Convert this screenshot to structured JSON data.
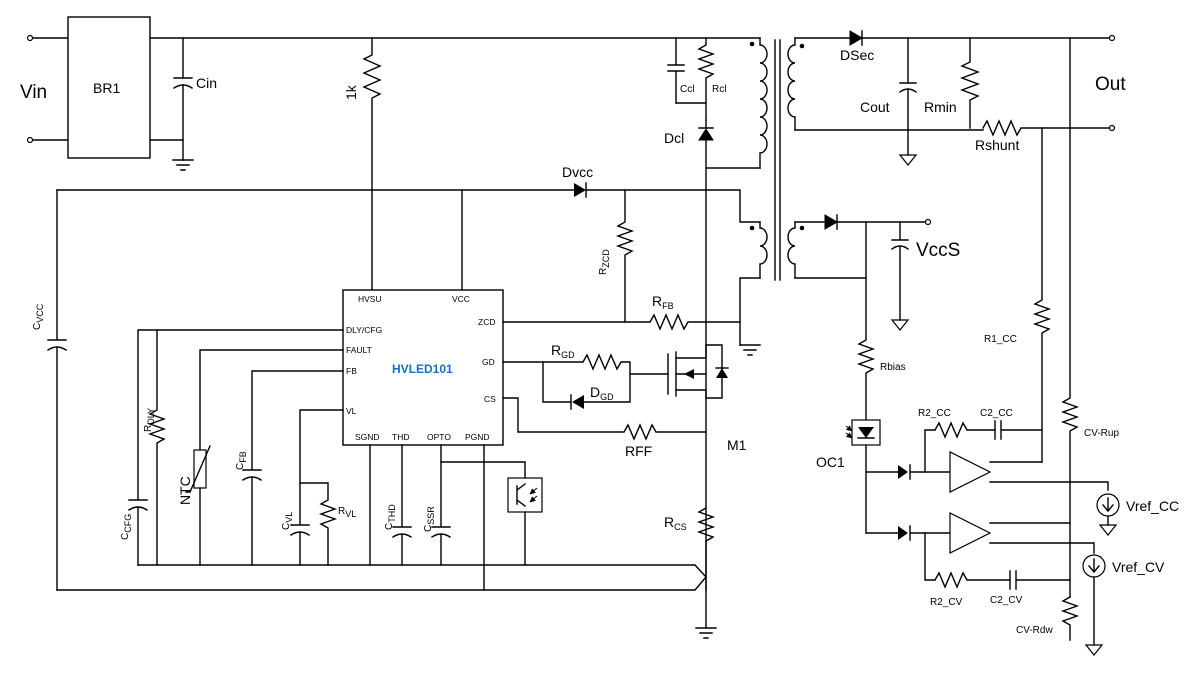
{
  "colors": {
    "wire": "#000000",
    "background": "#ffffff",
    "ic_name": "#1f6fb8"
  },
  "labels": {
    "vin": "Vin",
    "br1": "BR1",
    "cin": "Cin",
    "r1k": "1k",
    "ccl": "Ccl",
    "rcl": "Rcl",
    "dcl": "Dcl",
    "dvcc": "Dvcc",
    "rzcd_main": "R",
    "rzcd_sub": "ZCD",
    "rfb_main": "R",
    "rfb_sub": "FB",
    "rgd_main": "R",
    "rgd_sub": "GD",
    "dgd_main": "D",
    "dgd_sub": "GD",
    "rff": "RFF",
    "m1": "M1",
    "rcs_main": "R",
    "rcs_sub": "CS",
    "cvcc_main": "C",
    "cvcc_sub": "VCC",
    "rdly_main": "R",
    "rdly_sub": "DLY",
    "ccfg_main": "C",
    "ccfg_sub": "CFG",
    "ntc": "NTC",
    "cfb_main": "C",
    "cfb_sub": "FB",
    "cvl_main": "C",
    "cvl_sub": "VL",
    "rvl_main": "R",
    "rvl_sub": "VL",
    "cthd_main": "C",
    "cthd_sub": "THD",
    "cssr_main": "C",
    "cssr_sub": "SSR",
    "dsec": "DSec",
    "cout": "Cout",
    "rmin": "Rmin",
    "out": "Out",
    "rshunt": "Rshunt",
    "vccs": "VccS",
    "rbias": "Rbias",
    "oc1": "OC1",
    "r1_cc": "R1_CC",
    "r2_cc": "R2_CC",
    "c2_cc": "C2_CC",
    "cv_rup": "CV-Rup",
    "vref_cc": "Vref_CC",
    "vref_cv": "Vref_CV",
    "r2_cv": "R2_CV",
    "c2_cv": "C2_CV",
    "cv_rdw": "CV-Rdw"
  },
  "ic": {
    "name": "HVLED101",
    "pins": {
      "hvsu": "HVSU",
      "vcc": "VCC",
      "dly_cfg": "DLY/CFG",
      "fault": "FAULT",
      "fb": "FB",
      "vl": "VL",
      "zcd": "ZCD",
      "gd": "GD",
      "cs": "CS",
      "sgnd": "SGND",
      "thd": "THD",
      "opto": "OPTO",
      "pgnd": "PGND"
    }
  }
}
